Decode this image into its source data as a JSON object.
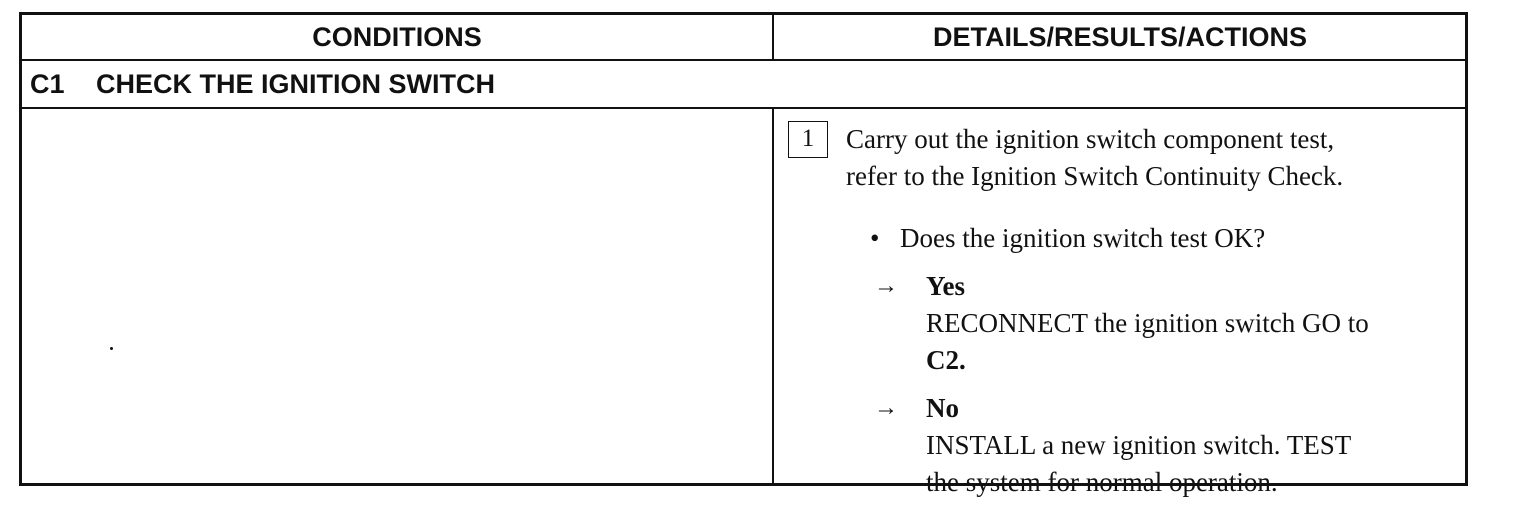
{
  "header": {
    "conditions": "CONDITIONS",
    "details": "DETAILS/RESULTS/ACTIONS"
  },
  "section": {
    "code": "C1",
    "title": "CHECK THE IGNITION SWITCH"
  },
  "step": {
    "number": "1",
    "line1": "Carry out the ignition switch component test,",
    "line2": "refer to the Ignition Switch Continuity Check."
  },
  "question": {
    "bullet": "•",
    "text": "Does the ignition switch test OK?"
  },
  "answers": [
    {
      "arrow": "→",
      "label": "Yes",
      "line1": "RECONNECT the ignition switch GO to",
      "line2_bold": "C2."
    },
    {
      "arrow": "→",
      "label": "No",
      "line1": "INSTALL a new ignition switch. TEST",
      "line2": "the system for normal operation."
    }
  ]
}
